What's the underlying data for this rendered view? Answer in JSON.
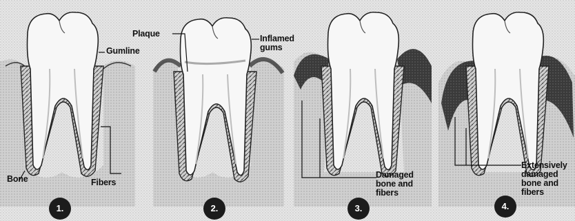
{
  "stages": [
    {
      "number": "1.",
      "labels": {
        "gumline": "Gumline",
        "bone": "Bone",
        "fibers": "Fibers"
      }
    },
    {
      "number": "2.",
      "labels": {
        "plaque": "Plaque",
        "inflamed": "Inflamed\ngums"
      }
    },
    {
      "number": "3.",
      "labels": {
        "damaged": "Damaged\nbone and\nfibers"
      }
    },
    {
      "number": "4.",
      "labels": {
        "extensive": "Extensively\ndamaged\nbone and\nfibers"
      }
    }
  ],
  "colors": {
    "background": "#e9e9e9",
    "tooth": "#f7f7f7",
    "outline": "#222222",
    "gum_dark": "#3a3a3a",
    "badge": "#1c1c1c"
  }
}
